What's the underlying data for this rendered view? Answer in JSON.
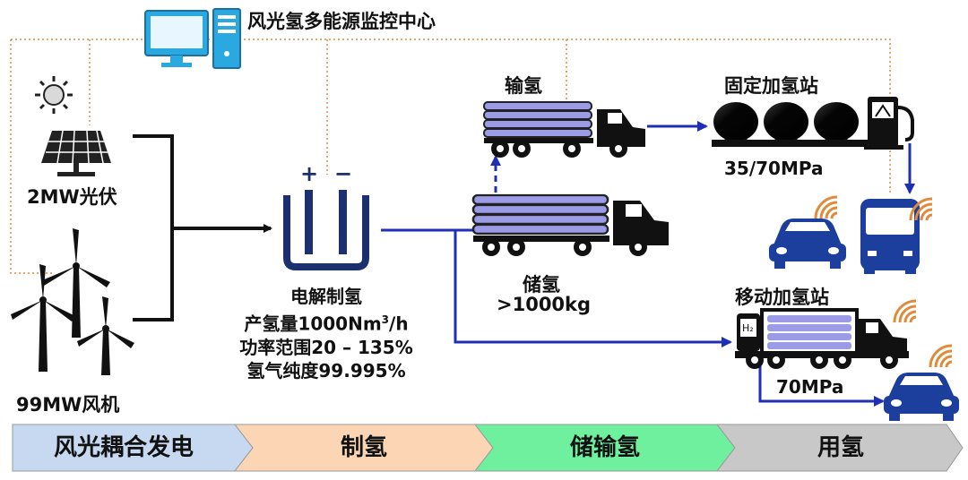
{
  "title": "风光氢多能源监控中心",
  "sources": {
    "solar_label": "2MW光伏",
    "wind_label": "99MW风机"
  },
  "electrolysis": {
    "plus": "+",
    "minus": "−",
    "line1": "电解制氢",
    "line2_prefix": "产氢量1000Nm",
    "line2_sup": "3",
    "line2_suffix": "/h",
    "line3": "功率范围20 – 135%",
    "line4": "氢气纯度99.995%"
  },
  "transport": {
    "label": "输氢"
  },
  "storage": {
    "label": "储氢",
    "capacity": ">1000kg"
  },
  "fixed_station": {
    "label": "固定加氢站",
    "pressure": "35/70MPa"
  },
  "mobile_station": {
    "label": "移动加氢站",
    "pressure": "70MPa",
    "h2_mark": "H₂"
  },
  "stages": [
    {
      "label": "风光耦合发电",
      "color": "#c6d9f1"
    },
    {
      "label": "制氢",
      "color": "#fcd5b5"
    },
    {
      "label": "储输氢",
      "color": "#6ff09f"
    },
    {
      "label": "用氢",
      "color": "#c8c8c8"
    }
  ],
  "colors": {
    "arrow_blue": "#1f2fb5",
    "dotted_orange": "#e08a3c",
    "vehicle_blue": "#1c3f9e",
    "tube_purple": "#9b9be8"
  }
}
